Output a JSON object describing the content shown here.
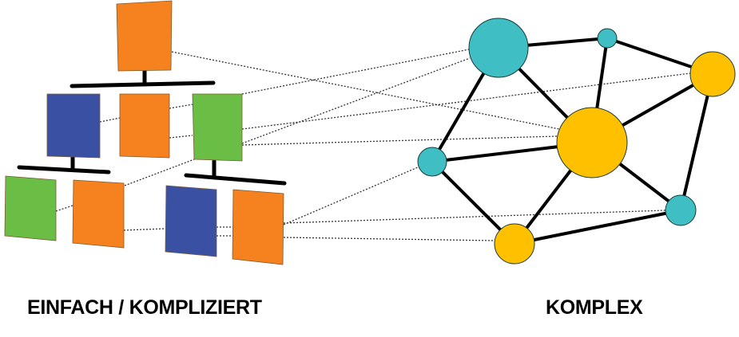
{
  "labels": {
    "left": "EINFACH / KOMPLIZIERT",
    "right": "KOMPLEX"
  },
  "colors": {
    "orange": "#F5821F",
    "blue": "#3A51A3",
    "green": "#6BBE45",
    "teal": "#3FBFC4",
    "yellow": "#FFC000"
  },
  "hierarchy_nodes": [
    {
      "id": "top",
      "color": "orange"
    },
    {
      "id": "l2a",
      "color": "blue"
    },
    {
      "id": "l2b",
      "color": "orange"
    },
    {
      "id": "l2c",
      "color": "green"
    },
    {
      "id": "l3a",
      "color": "green"
    },
    {
      "id": "l3b",
      "color": "orange"
    },
    {
      "id": "l3c",
      "color": "blue"
    },
    {
      "id": "l3d",
      "color": "orange"
    }
  ],
  "network_nodes": [
    {
      "id": "n1",
      "color": "teal",
      "size": "large"
    },
    {
      "id": "n2",
      "color": "teal",
      "size": "small"
    },
    {
      "id": "n3",
      "color": "yellow",
      "size": "medium"
    },
    {
      "id": "n4",
      "color": "yellow",
      "size": "large"
    },
    {
      "id": "n5",
      "color": "teal",
      "size": "small"
    },
    {
      "id": "n6",
      "color": "teal",
      "size": "small"
    },
    {
      "id": "n7",
      "color": "yellow",
      "size": "medium"
    }
  ],
  "network_edges": [
    [
      "n1",
      "n2"
    ],
    [
      "n2",
      "n3"
    ],
    [
      "n2",
      "n4"
    ],
    [
      "n1",
      "n4"
    ],
    [
      "n1",
      "n5"
    ],
    [
      "n3",
      "n4"
    ],
    [
      "n3",
      "n6"
    ],
    [
      "n5",
      "n4"
    ],
    [
      "n5",
      "n7"
    ],
    [
      "n4",
      "n7"
    ],
    [
      "n4",
      "n6"
    ],
    [
      "n7",
      "n6"
    ]
  ]
}
